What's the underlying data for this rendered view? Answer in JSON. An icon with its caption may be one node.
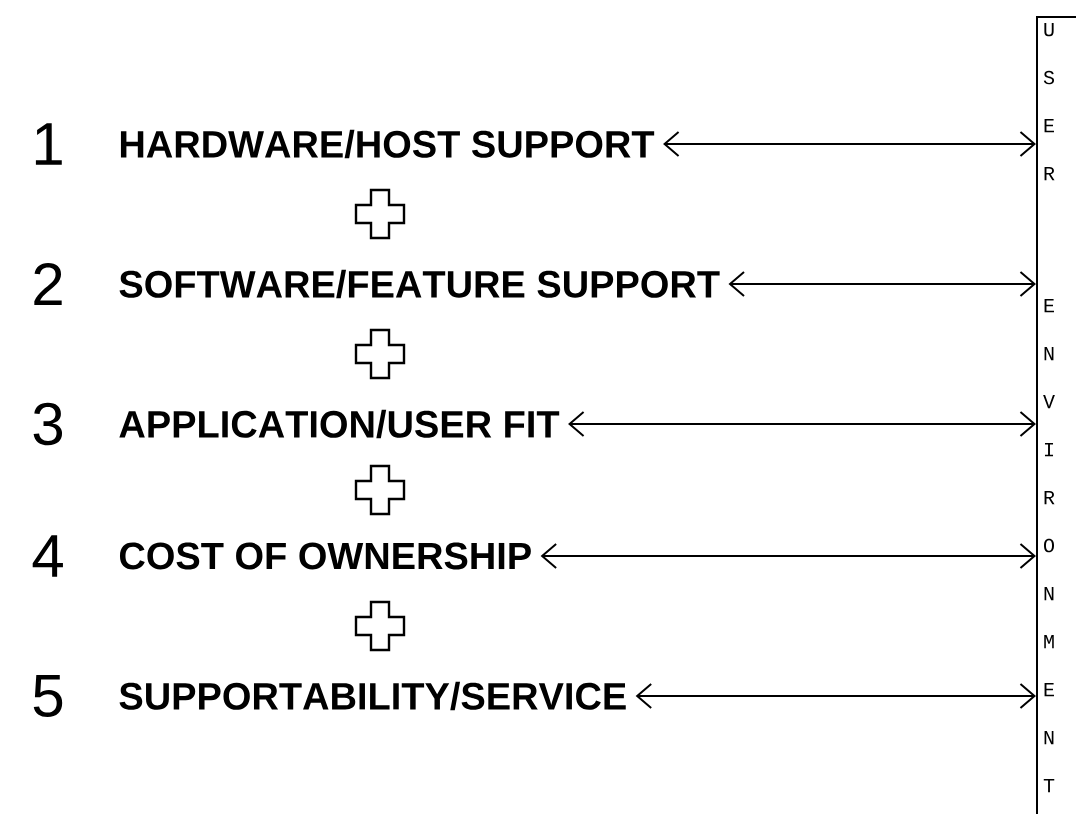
{
  "diagram": {
    "nodes": [
      {
        "text": [
          "HARDWARE/HOST SUPPORT"
        ],
        "beside": [
          "1"
        ]
      },
      {
        "text": [
          "SOFTWARE/FEATURE SUPPORT"
        ],
        "beside": [
          "2"
        ]
      },
      {
        "text": [
          "APPLICATION/USER FIT"
        ],
        "beside": [
          "3"
        ]
      },
      {
        "text": [
          "COST OF OWNERSHIP"
        ],
        "beside": [
          "4"
        ]
      },
      {
        "text": [
          "SUPPORTABILITY/SERVICE"
        ],
        "beside": [
          "5"
        ]
      },
      {
        "text": [
          "USER",
          "ENVIRONMENT"
        ]
      }
    ],
    "edges": [
      {
        "from": 0,
        "to": 5,
        "arrow": "both"
      },
      {
        "from": 1,
        "to": 5,
        "arrow": "both"
      },
      {
        "from": 2,
        "to": 5,
        "arrow": "both"
      },
      {
        "from": 3,
        "to": 5,
        "arrow": "both"
      },
      {
        "from": 4,
        "to": 5,
        "arrow": "both"
      }
    ]
  }
}
